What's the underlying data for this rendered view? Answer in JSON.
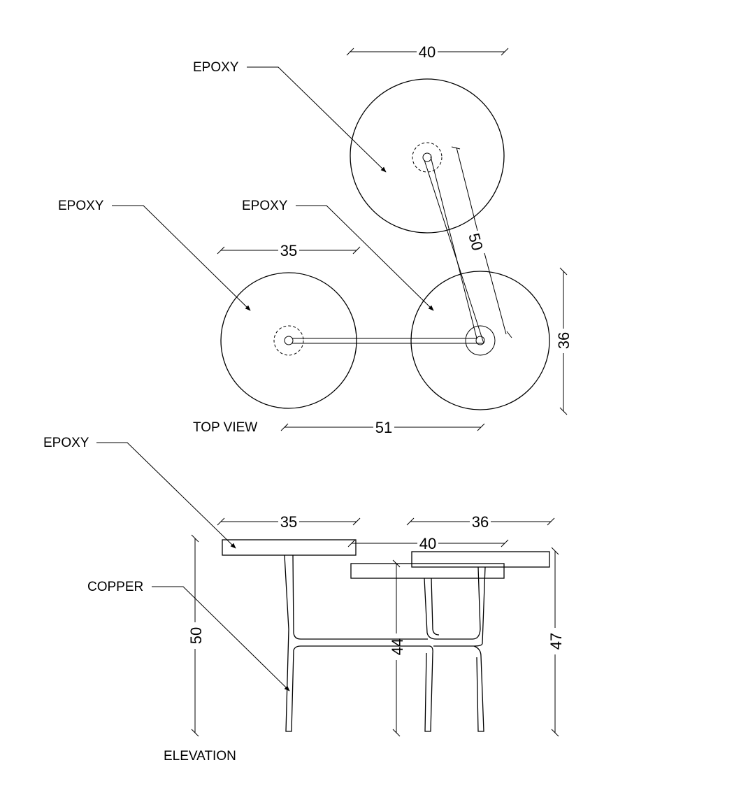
{
  "top_view": {
    "title": "TOP VIEW",
    "labels": {
      "epoxy_top": "EPOXY",
      "epoxy_left": "EPOXY",
      "epoxy_mid": "EPOXY"
    },
    "dims": {
      "top_dia": "40",
      "left_dia": "35",
      "right_dia": "36",
      "diag": "50",
      "overall": "51"
    }
  },
  "elevation": {
    "title": "ELEVATION",
    "labels": {
      "epoxy": "EPOXY",
      "copper": "COPPER"
    },
    "dims": {
      "left_top": "35",
      "right_top": "36",
      "mid_top": "40",
      "h_left": "50",
      "h_mid": "44",
      "h_right": "47"
    }
  }
}
